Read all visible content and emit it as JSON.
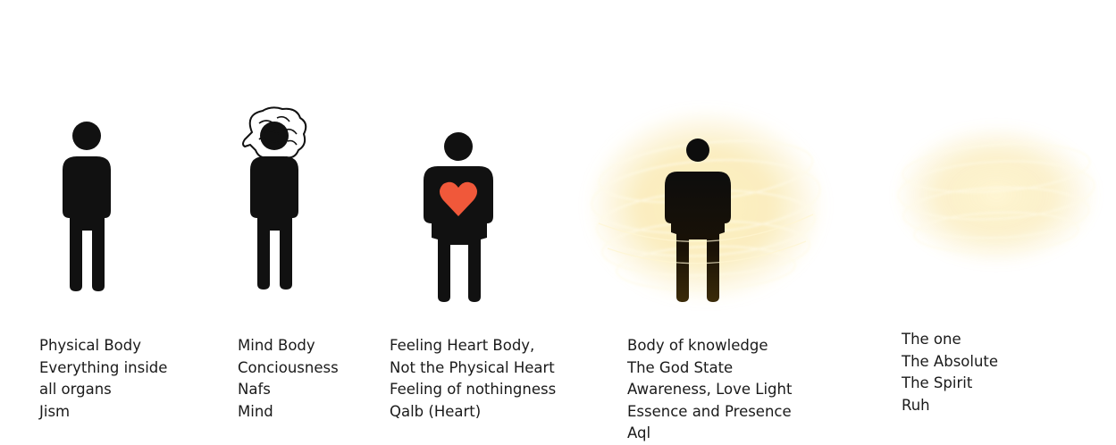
{
  "colors": {
    "figure": "#111111",
    "heart": "#f0583a",
    "glow": "#f6dc86",
    "text": "#1a1a1a"
  },
  "stages": [
    {
      "figure": "plain-person-icon",
      "lines": [
        "Physical Body",
        "Everything inside",
        "all organs",
        "Jism"
      ]
    },
    {
      "figure": "person-with-brain-icon",
      "lines": [
        "Mind Body",
        "Conciousness",
        "Nafs",
        "Mind"
      ]
    },
    {
      "figure": "person-with-heart-icon",
      "lines": [
        "Feeling Heart Body,",
        "Not the Physical Heart",
        "Feeling of nothingness",
        "Qalb (Heart)"
      ]
    },
    {
      "figure": "person-in-light-swirl-icon",
      "lines": [
        "Body of knowledge",
        "The God State",
        "Awareness, Love Light",
        "Essence and Presence",
        "Aql"
      ]
    },
    {
      "figure": "light-swirl-icon",
      "lines": [
        "The one",
        "The Absolute",
        "The Spirit",
        "Ruh"
      ]
    }
  ]
}
